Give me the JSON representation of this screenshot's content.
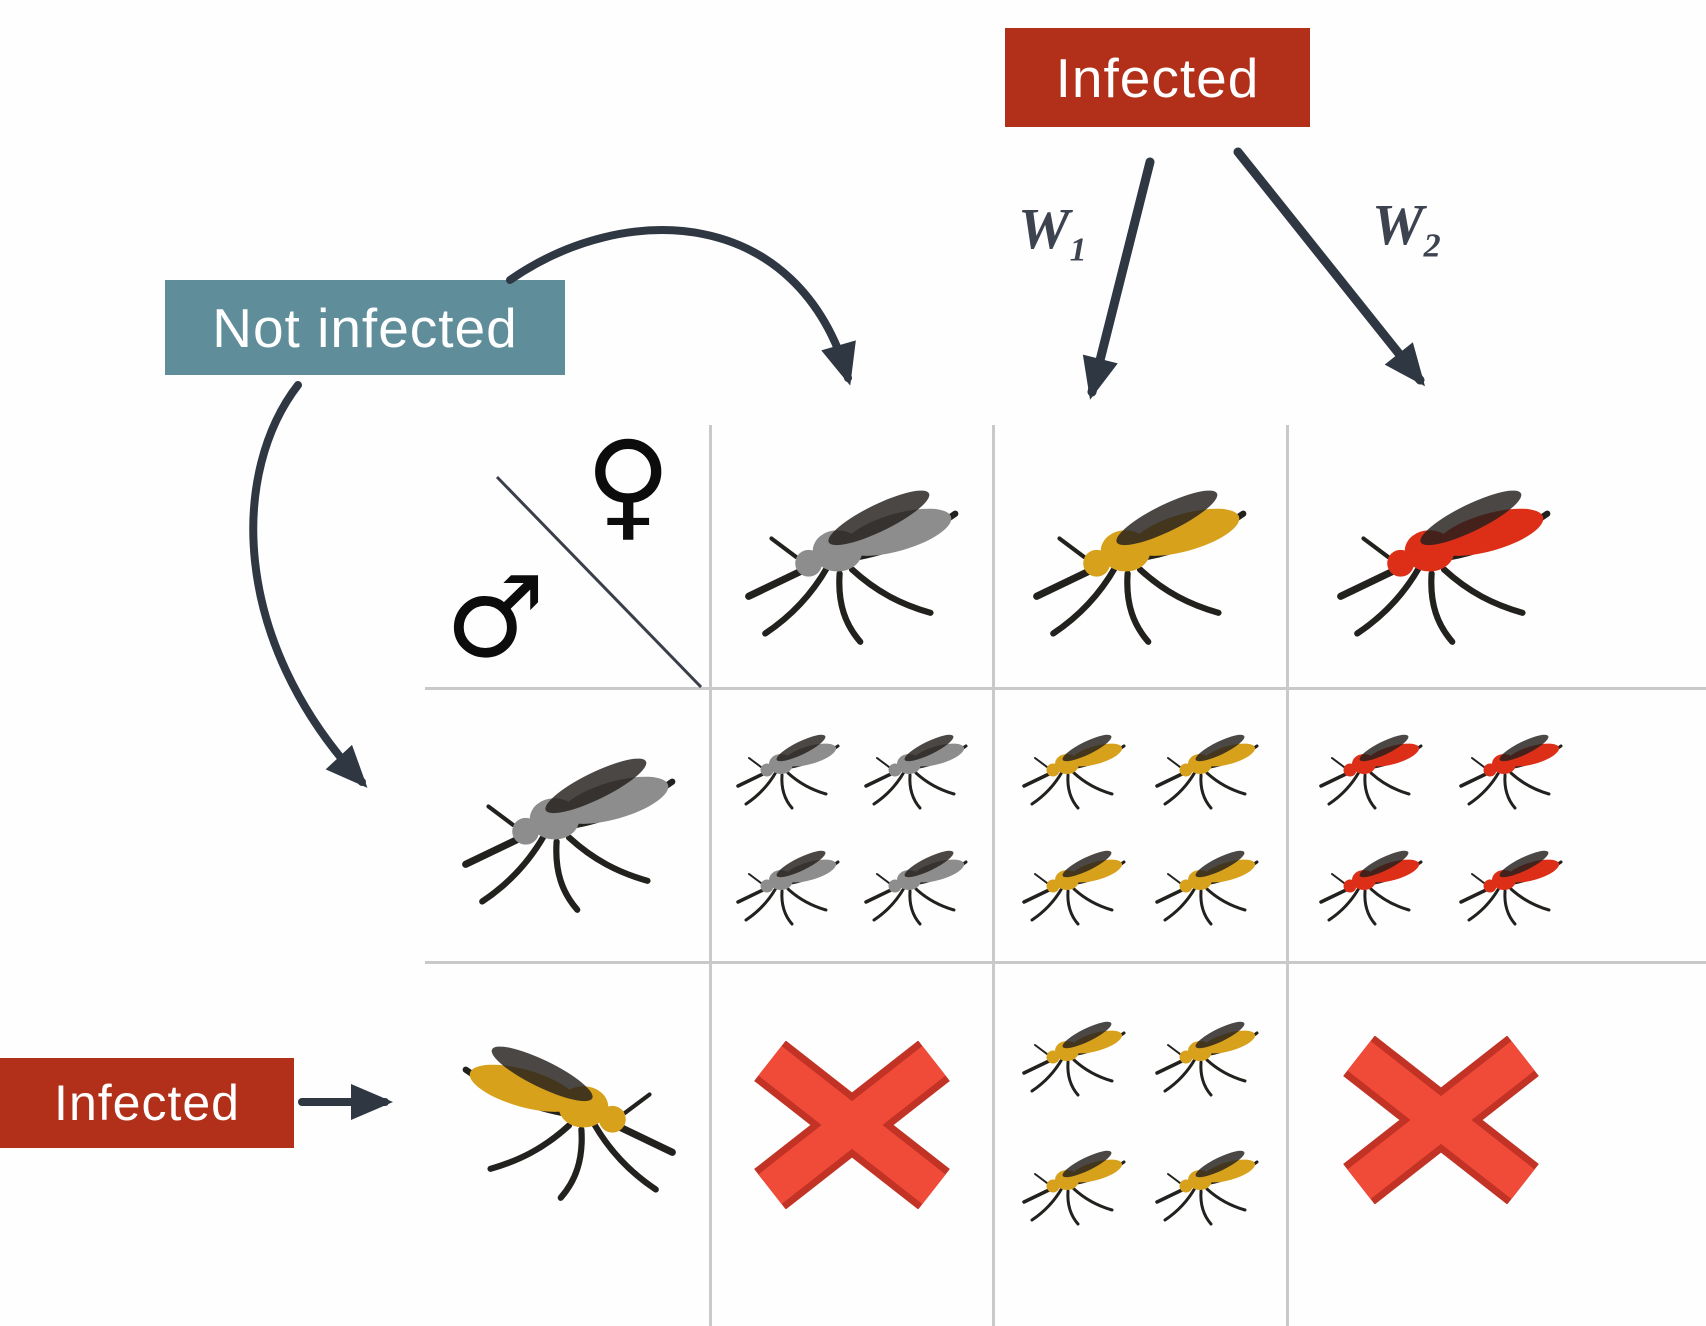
{
  "labels": {
    "infected_top": "Infected",
    "not_infected": "Not infected",
    "infected_bottom": "Infected",
    "w1": {
      "base": "W",
      "sub": "1"
    },
    "w2": {
      "base": "W",
      "sub": "2"
    },
    "female_symbol": "♀",
    "male_symbol": "♂"
  },
  "colors": {
    "infected_box": "#b23019",
    "not_infected_box": "#5f8e9a",
    "arrow": "#2e3742",
    "grid_line": "#c9c9c9",
    "mosquito_gray": "#8d8d8d",
    "mosquito_gold": "#d7a11c",
    "mosquito_red": "#dd2f17",
    "cross_red": "#f04a38"
  },
  "table": {
    "column_headers": [
      {
        "id": "uninfected-female",
        "variant": "gray"
      },
      {
        "id": "w1-infected-female",
        "variant": "gold"
      },
      {
        "id": "w2-infected-female",
        "variant": "red"
      }
    ],
    "row_headers": [
      {
        "id": "uninfected-male",
        "variant": "gray"
      },
      {
        "id": "infected-male",
        "variant": "gold"
      }
    ],
    "cells": [
      [
        {
          "content": "offspring",
          "variant": "gray",
          "count": 4
        },
        {
          "content": "offspring",
          "variant": "gold",
          "count": 4
        },
        {
          "content": "offspring",
          "variant": "red",
          "count": 4
        }
      ],
      [
        {
          "content": "incompatible-cross"
        },
        {
          "content": "offspring",
          "variant": "gold",
          "count": 4
        },
        {
          "content": "incompatible-cross"
        }
      ]
    ]
  }
}
